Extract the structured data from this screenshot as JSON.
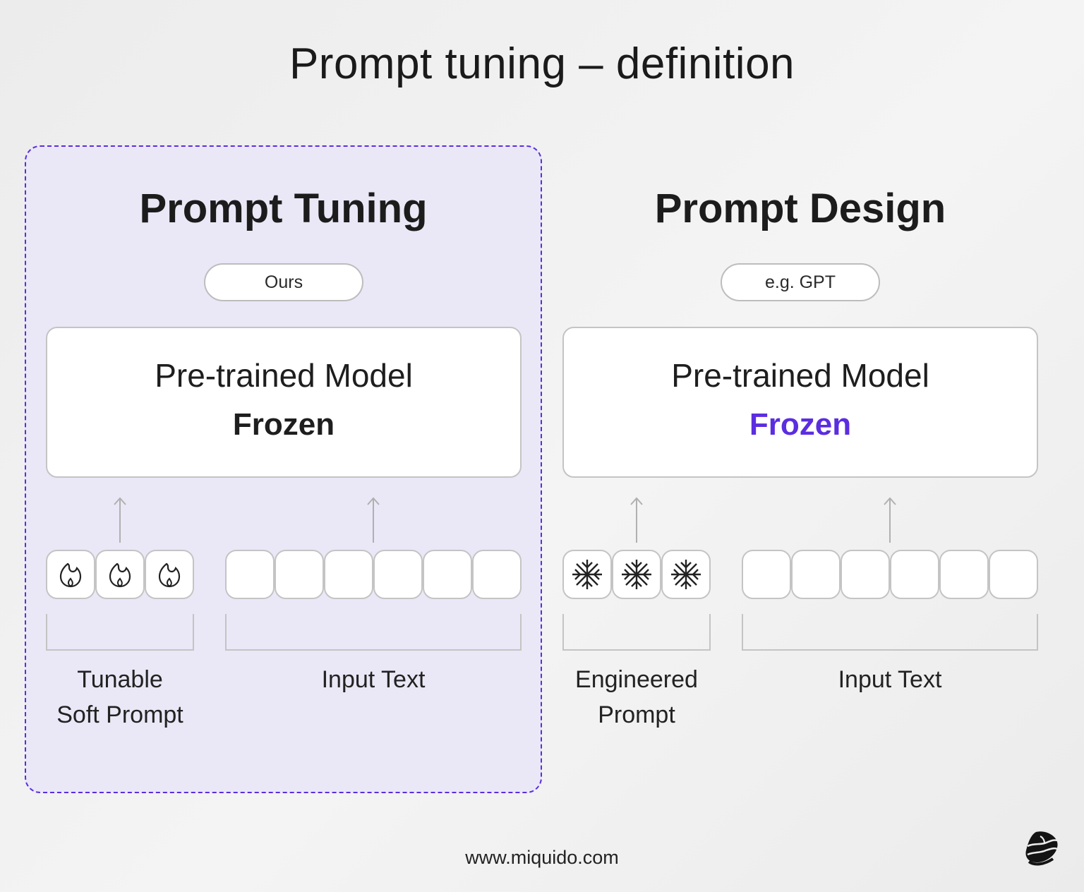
{
  "title": "Prompt tuning – definition",
  "colors": {
    "accent": "#5b2de0",
    "left_panel_bg": "#eae8f6",
    "border_gray": "#c4c4c4",
    "text": "#1e1e1e"
  },
  "left": {
    "heading": "Prompt Tuning",
    "badge": "Ours",
    "model": {
      "name": "Pre-trained Model",
      "state": "Frozen"
    },
    "prompt_tokens": {
      "count": 3,
      "icon": "flame-icon"
    },
    "input_tokens": {
      "count": 6
    },
    "prompt_label_line1": "Tunable",
    "prompt_label_line2": "Soft Prompt",
    "input_label": "Input Text"
  },
  "right": {
    "heading": "Prompt Design",
    "badge": "e.g. GPT",
    "model": {
      "name": "Pre-trained Model",
      "state": "Frozen"
    },
    "prompt_tokens": {
      "count": 3,
      "icon": "snowflake-icon"
    },
    "input_tokens": {
      "count": 6
    },
    "prompt_label_line1": "Engineered",
    "prompt_label_line2": "Prompt",
    "input_label": "Input Text"
  },
  "footer": {
    "url": "www.miquido.com",
    "logo": "miquido-logo-icon"
  }
}
